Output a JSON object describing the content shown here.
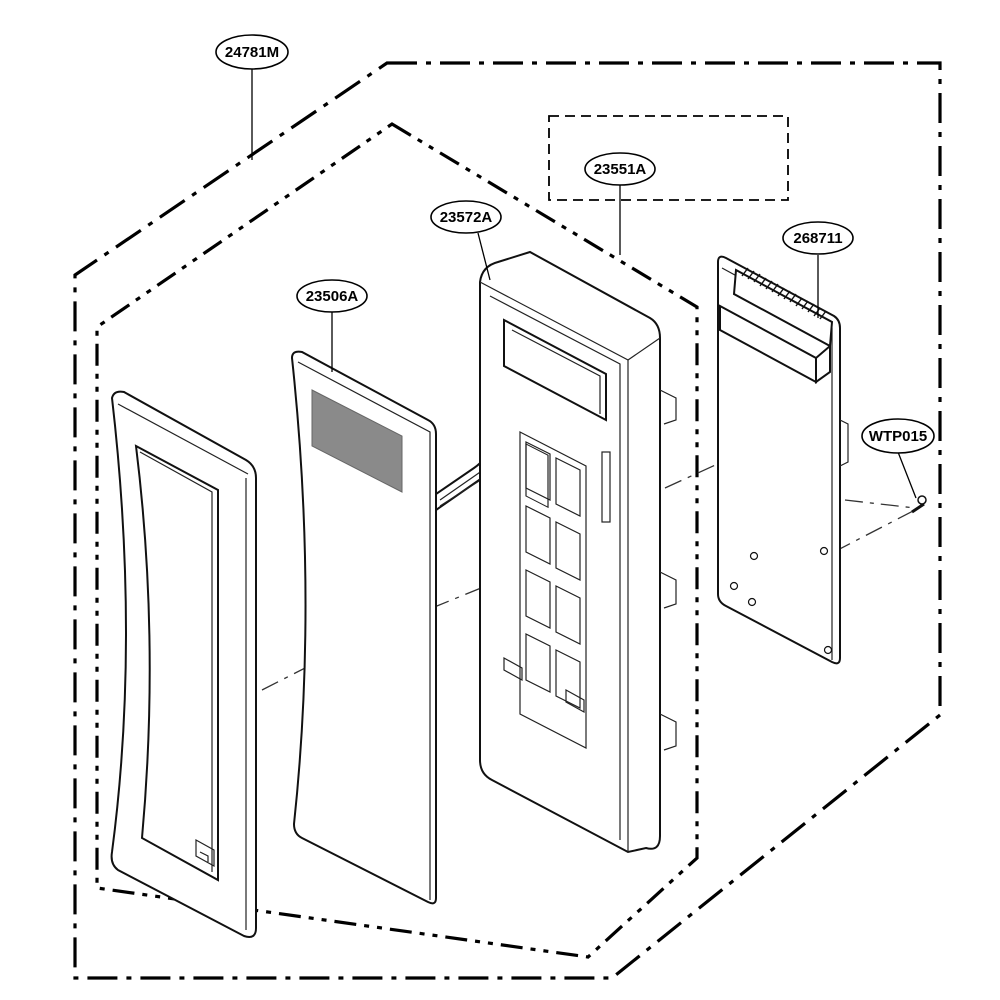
{
  "diagram": {
    "callouts": [
      {
        "id": "24781M",
        "label": "24781M"
      },
      {
        "id": "23551A",
        "label": "23551A"
      },
      {
        "id": "23572A",
        "label": "23572A"
      },
      {
        "id": "268711",
        "label": "268711"
      },
      {
        "id": "23506A",
        "label": "23506A"
      },
      {
        "id": "WTP015",
        "label": "WTP015"
      }
    ],
    "colors": {
      "line": "#000000",
      "fill": "#ffffff",
      "display_window": "#8a8a8a"
    }
  }
}
